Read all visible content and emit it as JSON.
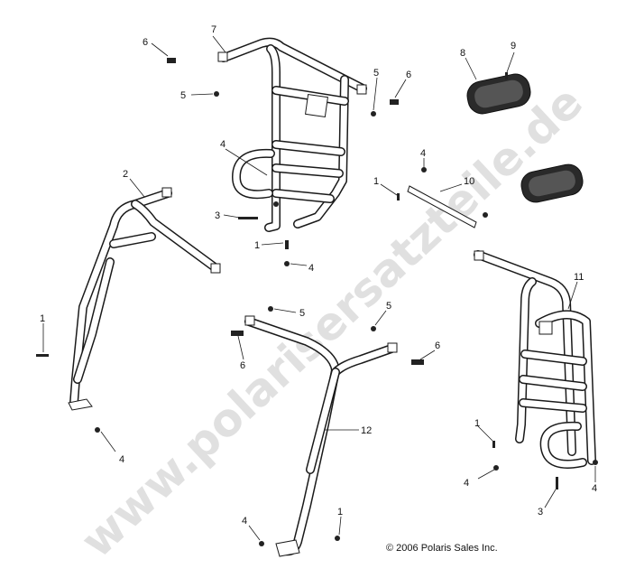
{
  "watermark": "www.polarisersatzteile.de",
  "copyright": "© 2006 Polaris Sales Inc.",
  "callouts": {
    "c6_top_left": "6",
    "c7": "7",
    "c5_top_left": "5",
    "c4_upper": "4",
    "c3_upper": "3",
    "c1_center": "1",
    "c4_center": "4",
    "c5_top": "5",
    "c6_top": "6",
    "c8": "8",
    "c9": "9",
    "c4_bar": "4",
    "c1_bar": "1",
    "c10": "10",
    "c2": "2",
    "c1_left": "1",
    "c4_left": "4",
    "c5_mid_left": "5",
    "c6_mid": "6",
    "c5_mid_right": "5",
    "c6_right": "6",
    "c12": "12",
    "c11": "11",
    "c1_right": "1",
    "c4_right_a": "4",
    "c4_right_b": "4",
    "c3_right": "3",
    "c4_bottom": "4",
    "c1_bottom": "1"
  },
  "icons": {
    "pad": "headrest-pad-icon",
    "bolt": "bolt-icon",
    "nut": "nut-icon",
    "clip": "clip-icon"
  }
}
